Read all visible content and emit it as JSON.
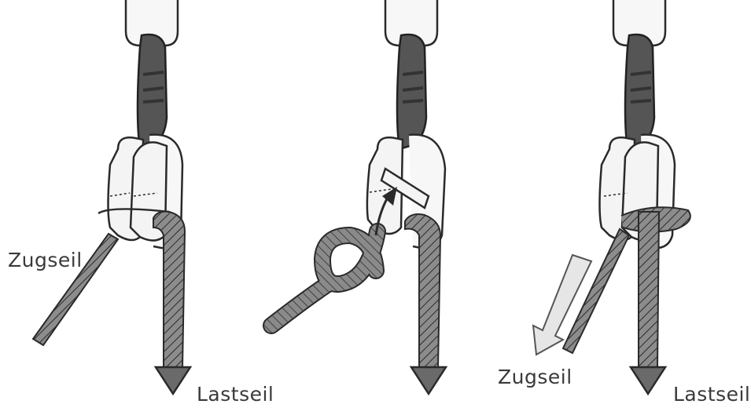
{
  "labels": {
    "zugseil_left": "Zugseil",
    "lastseil_left": "Lastseil",
    "zugseil_right": "Zugseil",
    "lastseil_right": "Lastseil"
  },
  "colors": {
    "ink": "#2a2a2a",
    "rope_fill": "#7a7a7a",
    "sling_fill": "#555555",
    "carabiner_fill": "#f4f4f4",
    "arrow_fill": "#e6e6e6",
    "background": "#ffffff"
  },
  "icons": [
    "carabiner-icon",
    "sling-icon",
    "rope-icon",
    "direction-arrow-icon"
  ]
}
